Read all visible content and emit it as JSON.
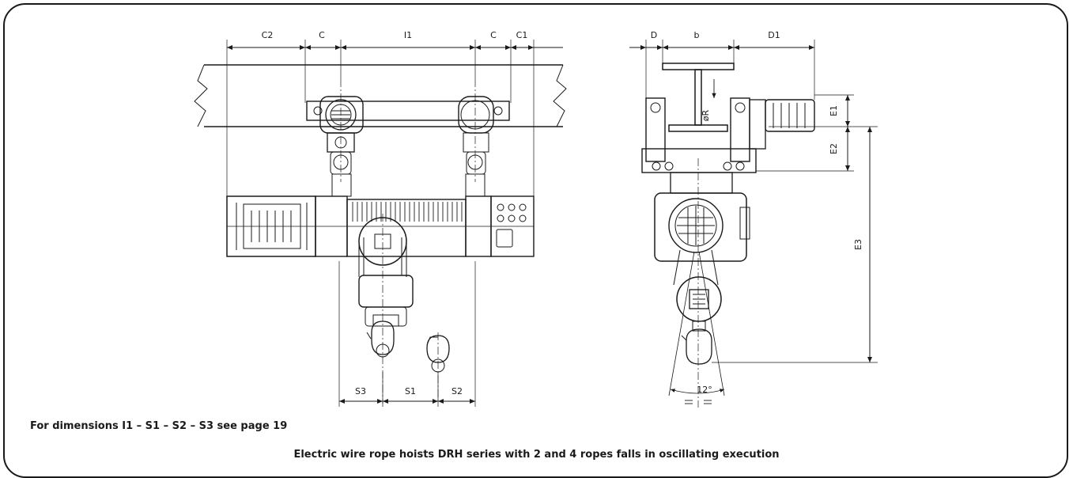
{
  "drawing": {
    "front_view": {
      "dimensions_top": [
        "C2",
        "C",
        "I1",
        "C",
        "C1"
      ],
      "dimensions_bottom": [
        "S3",
        "S1",
        "S2"
      ]
    },
    "side_view": {
      "dimensions_top": [
        "D",
        "b",
        "D1"
      ],
      "dimensions_right": [
        "E1",
        "E2",
        "E3"
      ],
      "radius_label": "øR",
      "angle_label": "12°"
    }
  },
  "note": "For dimensions I1 – S1 – S2 – S3 see page 19",
  "title": "Electric wire rope hoists DRH series with 2 and 4 ropes falls in oscillating execution",
  "colors": {
    "line": "#1a1a1a",
    "background": "#ffffff"
  }
}
